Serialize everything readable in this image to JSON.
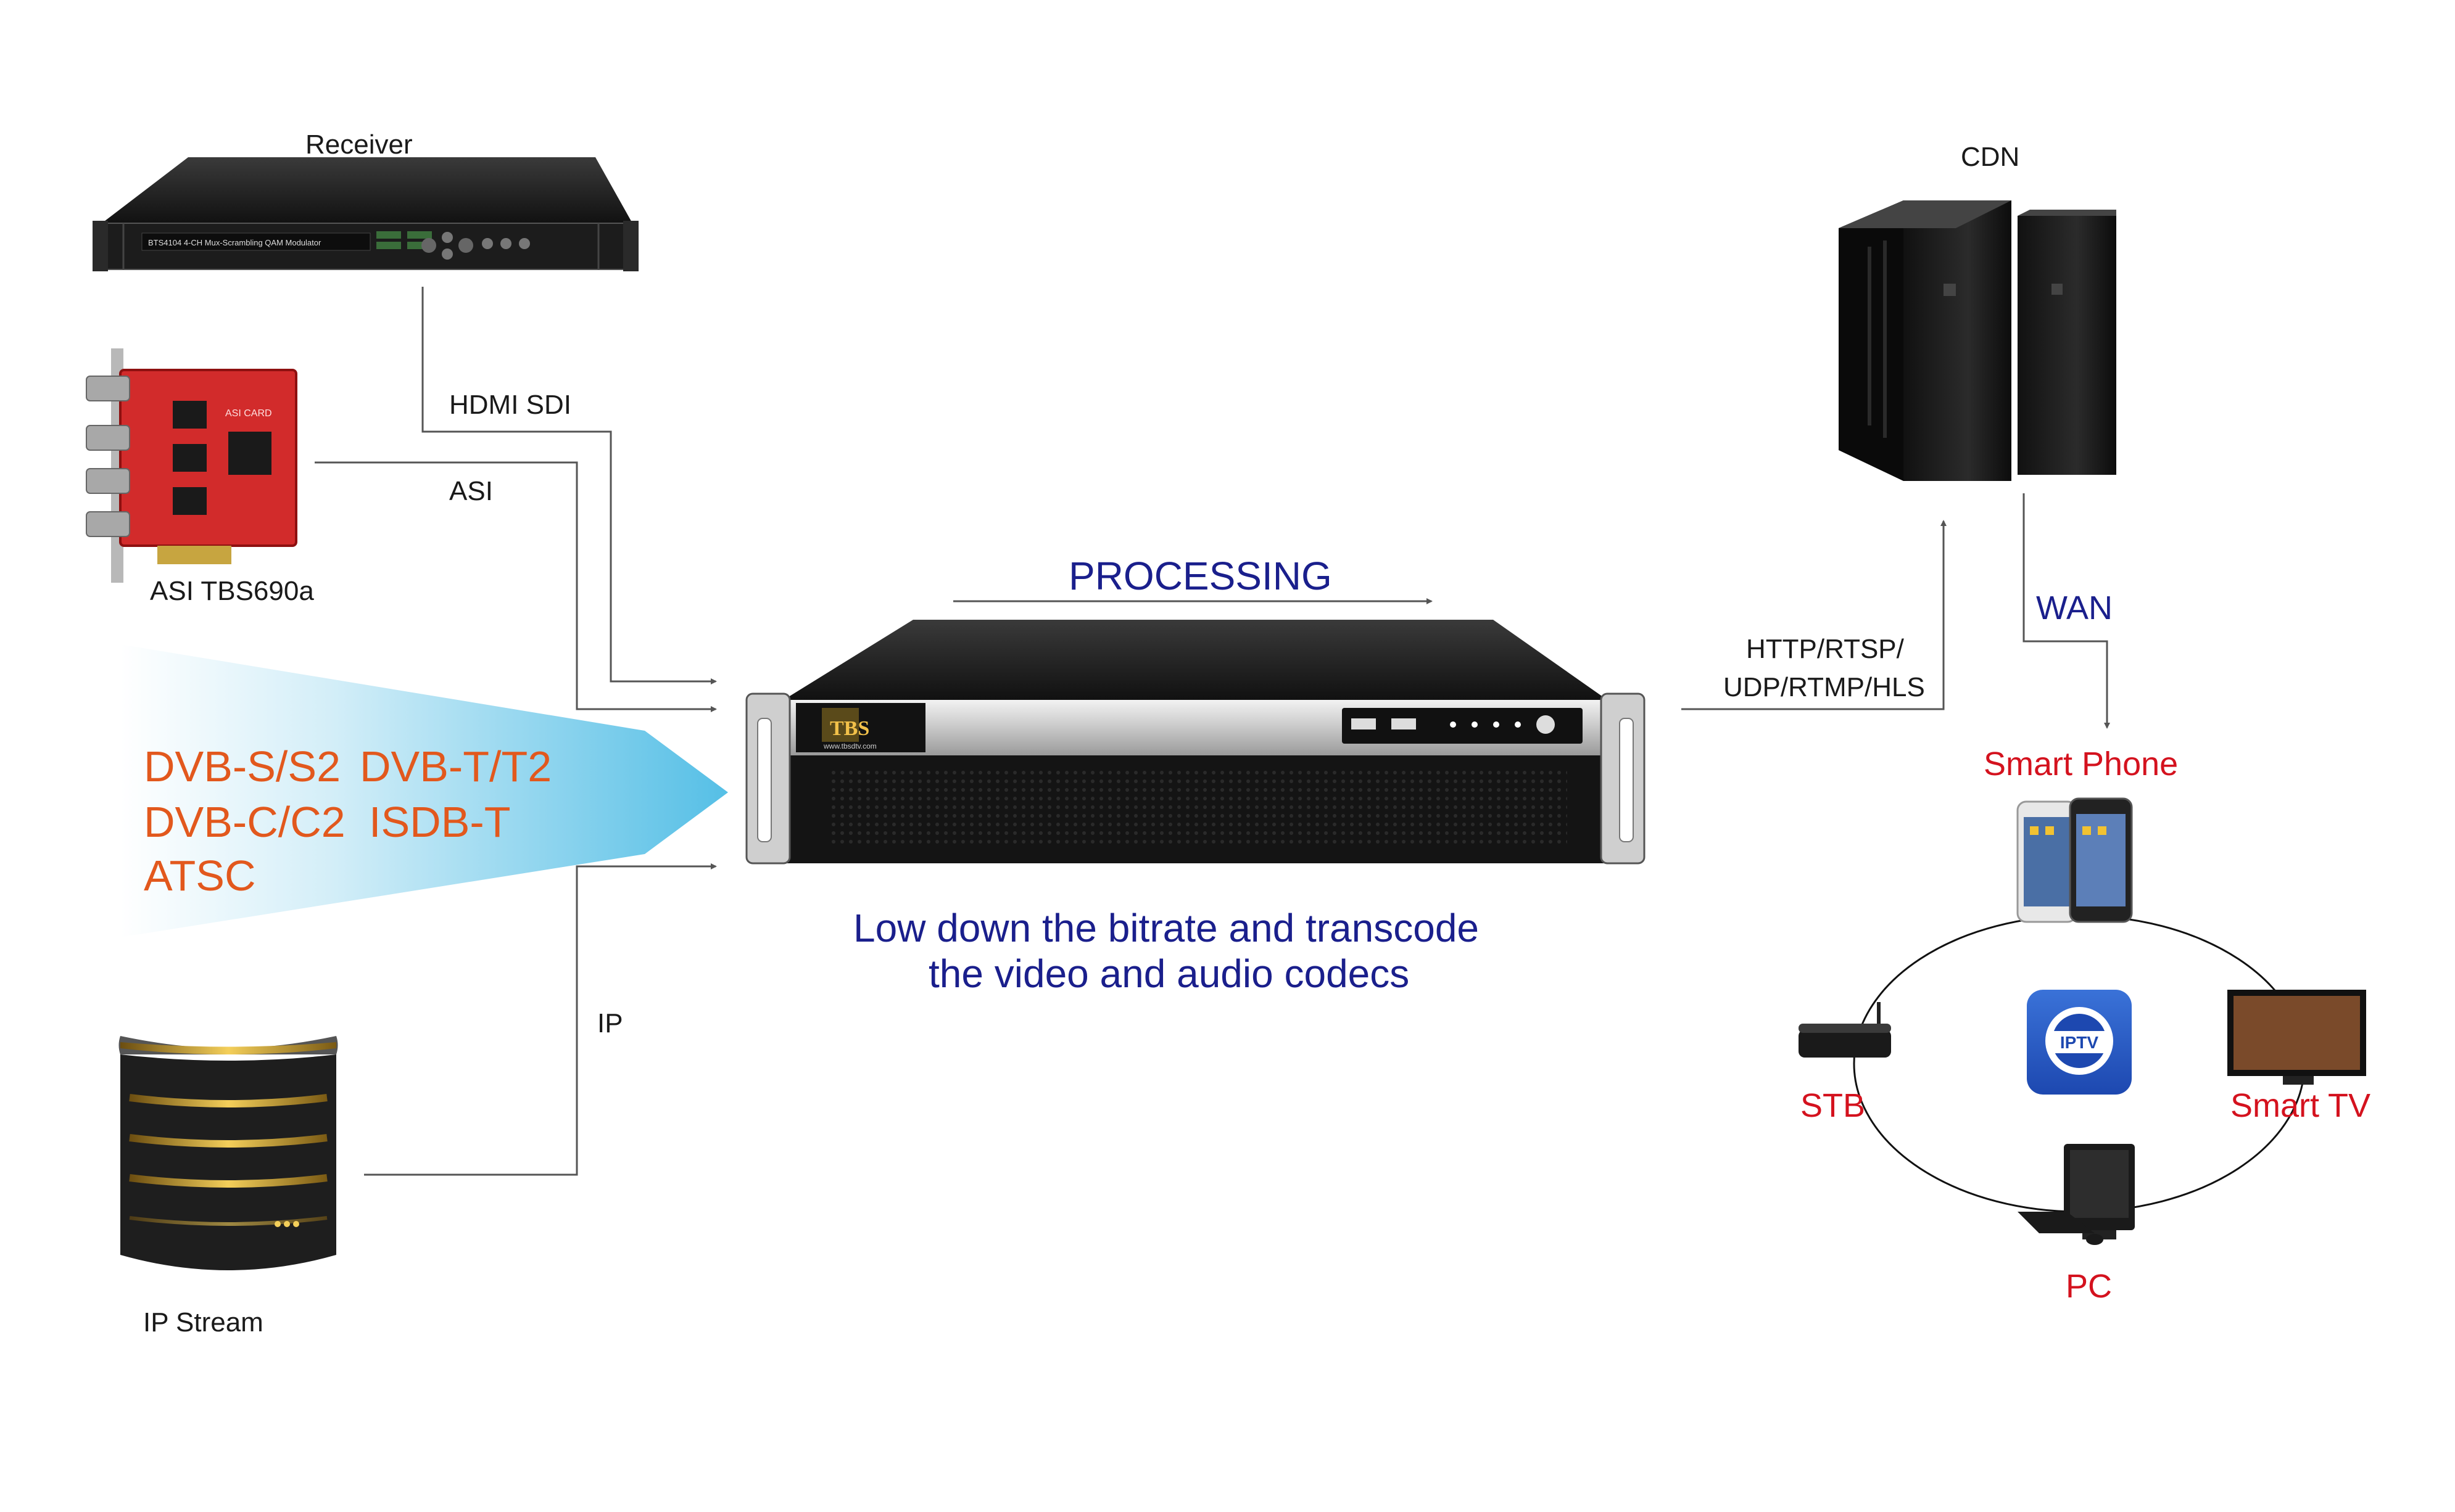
{
  "inputs": {
    "receiver": "Receiver",
    "receiver_panel_text": "BTS4104 4-CH Mux-Scrambling QAM Modulator",
    "asi_card": "ASI TBS690a",
    "asi_card_text": "ASI CARD",
    "ip_stream": "IP Stream"
  },
  "links": {
    "hdmi_sdi": "HDMI SDI",
    "asi": "ASI",
    "ip": "IP",
    "protocols_line1": "HTTP/RTSP/",
    "protocols_line2": "UDP/RTMP/HLS",
    "wan": "WAN"
  },
  "broadcast": {
    "row1_a": "DVB-S/S2",
    "row1_b": "DVB-T/T2",
    "row2_a": "DVB-C/C2",
    "row2_b": "ISDB-T",
    "row3": "ATSC"
  },
  "center": {
    "processing": "PROCESSING",
    "desc_line1": "Low down the bitrate and transcode",
    "desc_line2": "the video and audio codecs",
    "logo_text": "TBS",
    "logo_url": "www.tbsdtv.com"
  },
  "outputs": {
    "cdn": "CDN",
    "smart_phone": "Smart Phone",
    "stb": "STB",
    "smart_tv": "Smart TV",
    "pc": "PC",
    "iptv": "IPTV"
  },
  "colors": {
    "accent_blue": "#1a1f8c",
    "device_red": "#d4121e",
    "broadcast_orange": "#e2581d",
    "arrow_gradient": [
      "#ffffff",
      "#6cc7e8"
    ]
  }
}
